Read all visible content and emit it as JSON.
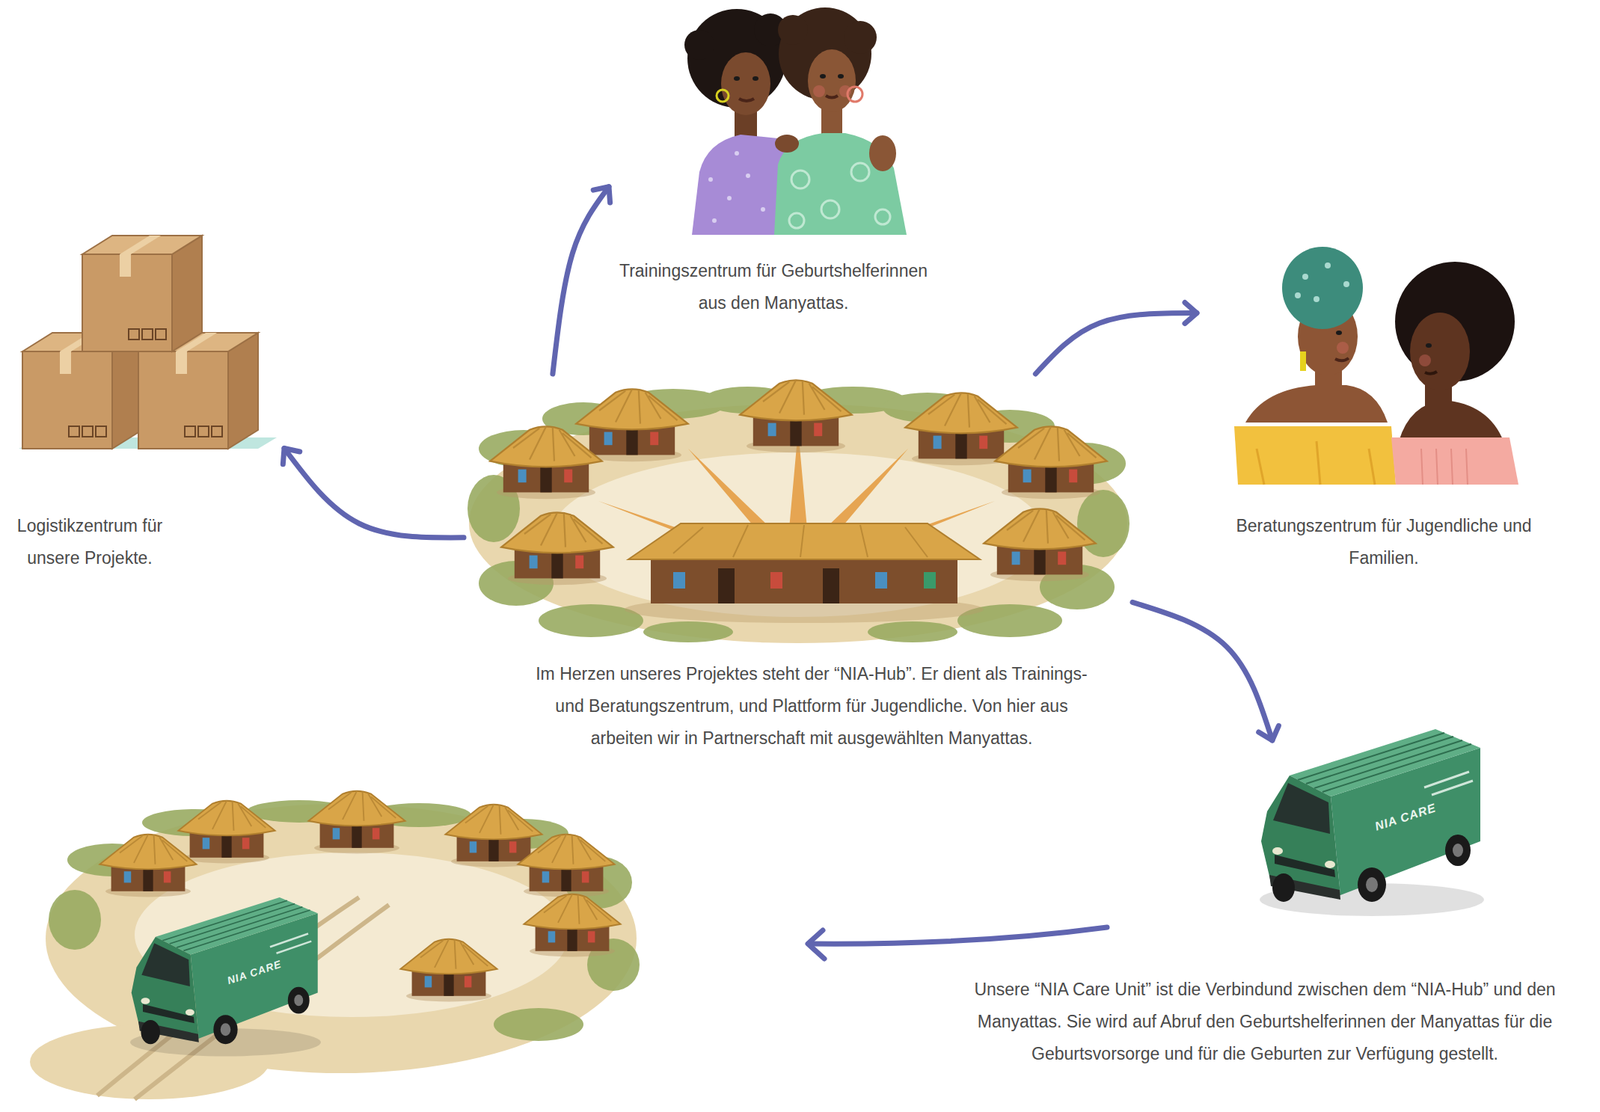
{
  "diagram": {
    "nodes": [
      {
        "text": [
          "Trainingszentrum für Geburtshelferinnen aus den Manyattas."
        ]
      },
      {
        "text": [
          "Logistikzentrum für unsere Projekte."
        ]
      },
      {
        "text": [
          "Beratungszentrum für Jugendliche und Familien."
        ]
      },
      {
        "text": [
          "Im Herzen unseres Projektes steht der “NIA-Hub”. Er dient als Trainings- und Beratungszentrum, und Plattform für Jugendliche. Von hier aus arbeiten wir in Partnerschaft mit ausgewählten Manyattas."
        ]
      },
      {
        "text": [
          "Unsere “NIA Care Unit” ist die Verbindund zwischen dem “NIA-Hub” und den Manyattas. Sie wird auf Abruf den Geburtshelferinnen der Manyattas für die Geburtsvorsorge und für die Geburten zur Verfügung gestellt."
        ]
      }
    ],
    "edges": [
      {
        "from": 3,
        "to": 0,
        "arrow": "to"
      },
      {
        "from": 3,
        "to": 1,
        "arrow": "to"
      },
      {
        "from": 3,
        "to": 2,
        "arrow": "to"
      },
      {
        "from": 3,
        "to": 4,
        "arrow": "to"
      }
    ],
    "labels": [
      "NIA CARE",
      "NIA CARE"
    ]
  }
}
